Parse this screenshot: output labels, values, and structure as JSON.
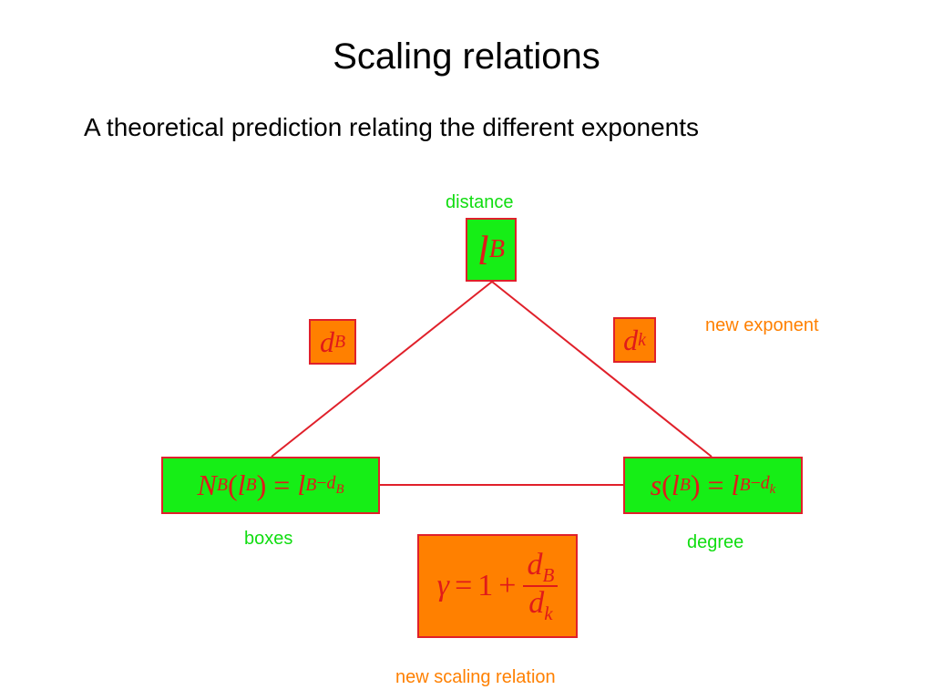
{
  "title": "Scaling relations",
  "subtitle": "A theoretical prediction relating the different exponents",
  "labels": {
    "distance": "distance",
    "new_exponent": "new exponent",
    "boxes": "boxes",
    "degree": "degree",
    "new_scaling_relation": "new scaling relation"
  },
  "formulas": {
    "lB": {
      "base": "l",
      "sub": "B"
    },
    "dB": {
      "base": "d",
      "sub": "B"
    },
    "dk": {
      "base": "d",
      "sub": "k"
    },
    "boxes_eq": {
      "lhs": "N",
      "lhs_sub": "B",
      "arg": "l",
      "arg_sub": "B",
      "rhs": "l",
      "rhs_sub": "B",
      "exp_sign": "−",
      "exp": "d",
      "exp_sub": "B"
    },
    "degree_eq": {
      "lhs": "s",
      "arg": "l",
      "arg_sub": "B",
      "rhs": "l",
      "rhs_sub": "B",
      "exp_sign": "−",
      "exp": "d",
      "exp_sub": "k"
    },
    "gamma_eq": {
      "lhs": "γ",
      "eq": "=",
      "one": "1",
      "plus": "+",
      "num": "d",
      "num_sub": "B",
      "den": "d",
      "den_sub": "k"
    }
  },
  "colors": {
    "green_box": "#16ee16",
    "orange_box": "#ff8000",
    "formula_text": "#e01a1a",
    "edge": "#e0202a",
    "green_label": "#10dd10",
    "orange_label": "#ff8000"
  }
}
